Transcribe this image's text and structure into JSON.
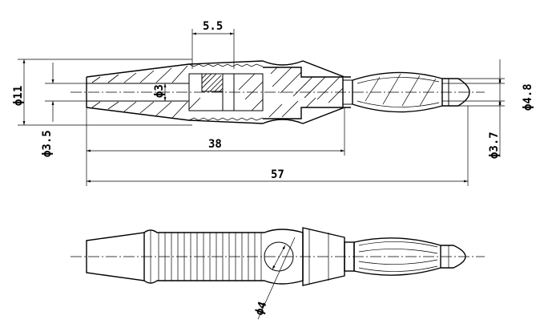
{
  "dimensions": {
    "d_head": "5.5",
    "d_body": "ϕ11",
    "d_bore": "ϕ3",
    "d_tail": "ϕ3.5",
    "d_tip": "ϕ4.8",
    "d_pin": "ϕ3.7",
    "len_38": "38",
    "len_57": "57",
    "d_hole": "ϕ4"
  }
}
